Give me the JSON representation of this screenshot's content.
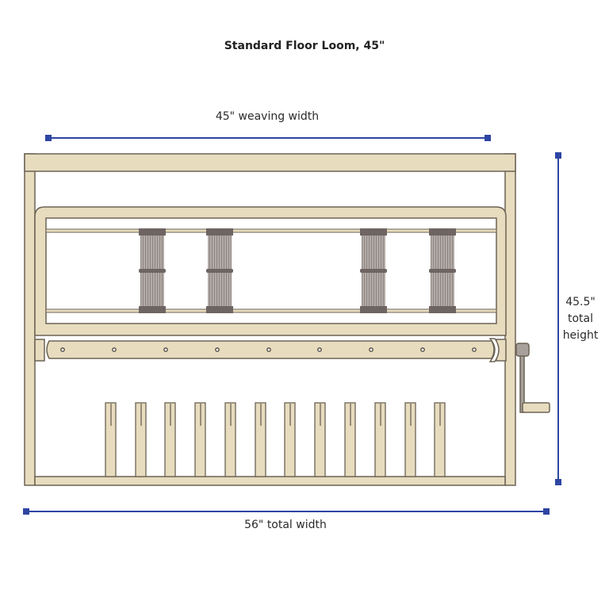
{
  "title": "Standard Floor Loom, 45\"",
  "dimensions": {
    "weaving_width": "45\" weaving width",
    "total_width": "56\" total width",
    "total_height_line1": "45.5\"",
    "total_height_line2": "total",
    "total_height_line3": "height"
  },
  "colors": {
    "wood": "#e8dcbf",
    "outline": "#6b6355",
    "dimension_line": "#2e45a3",
    "heddle": "#a59c98",
    "heddle_dark": "#6e6562",
    "crank": "#a8a09a"
  },
  "parts": {
    "heddle_bundles": 4,
    "treadles": 12,
    "beam_holes": 9
  }
}
